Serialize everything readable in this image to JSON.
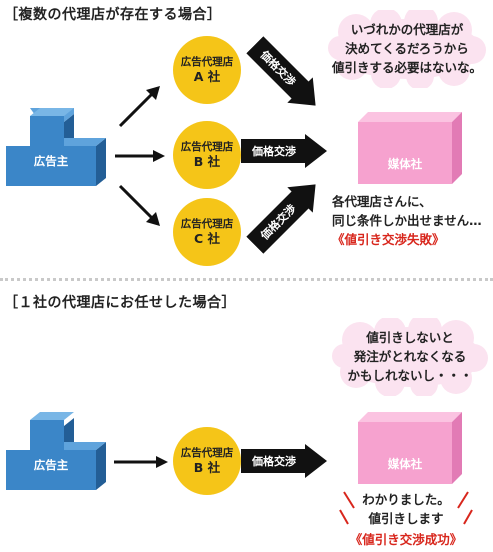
{
  "section1": {
    "title": "［複数の代理店が存在する場合］",
    "advertiser": "広告主",
    "agencies": [
      {
        "line1": "広告代理店",
        "line2": "A 社"
      },
      {
        "line1": "広告代理店",
        "line2": "B 社"
      },
      {
        "line1": "広告代理店",
        "line2": "C 社"
      }
    ],
    "negotiation": [
      "価格交渉",
      "価格交渉",
      "価格交渉"
    ],
    "media": "媒体社",
    "cloud_lines": [
      "いづれかの代理店が",
      "決めてくるだろうから",
      "値引きする必要はないな。"
    ],
    "note_lines": [
      "各代理店さんに、",
      "同じ条件しか出せません…"
    ],
    "result": "《値引き交渉失敗》"
  },
  "section2": {
    "title": "［１社の代理店にお任せした場合］",
    "advertiser": "広告主",
    "agency": {
      "line1": "広告代理店",
      "line2": "B 社"
    },
    "negotiation": "価格交渉",
    "media": "媒体社",
    "cloud_lines": [
      "値引きしないと",
      "発注がとれなくなる",
      "かもしれないし・・・"
    ],
    "note_lines": [
      "わかりました。",
      "値引きします"
    ],
    "result": "《値引き交渉成功》"
  },
  "colors": {
    "advertiser_blue": "#3b86c8",
    "agency_yellow": "#f5c518",
    "media_pink": "#f6a2cf",
    "cloud_pink": "#fbe3f0",
    "arrow": "#111111",
    "result_red": "#d8261c"
  }
}
